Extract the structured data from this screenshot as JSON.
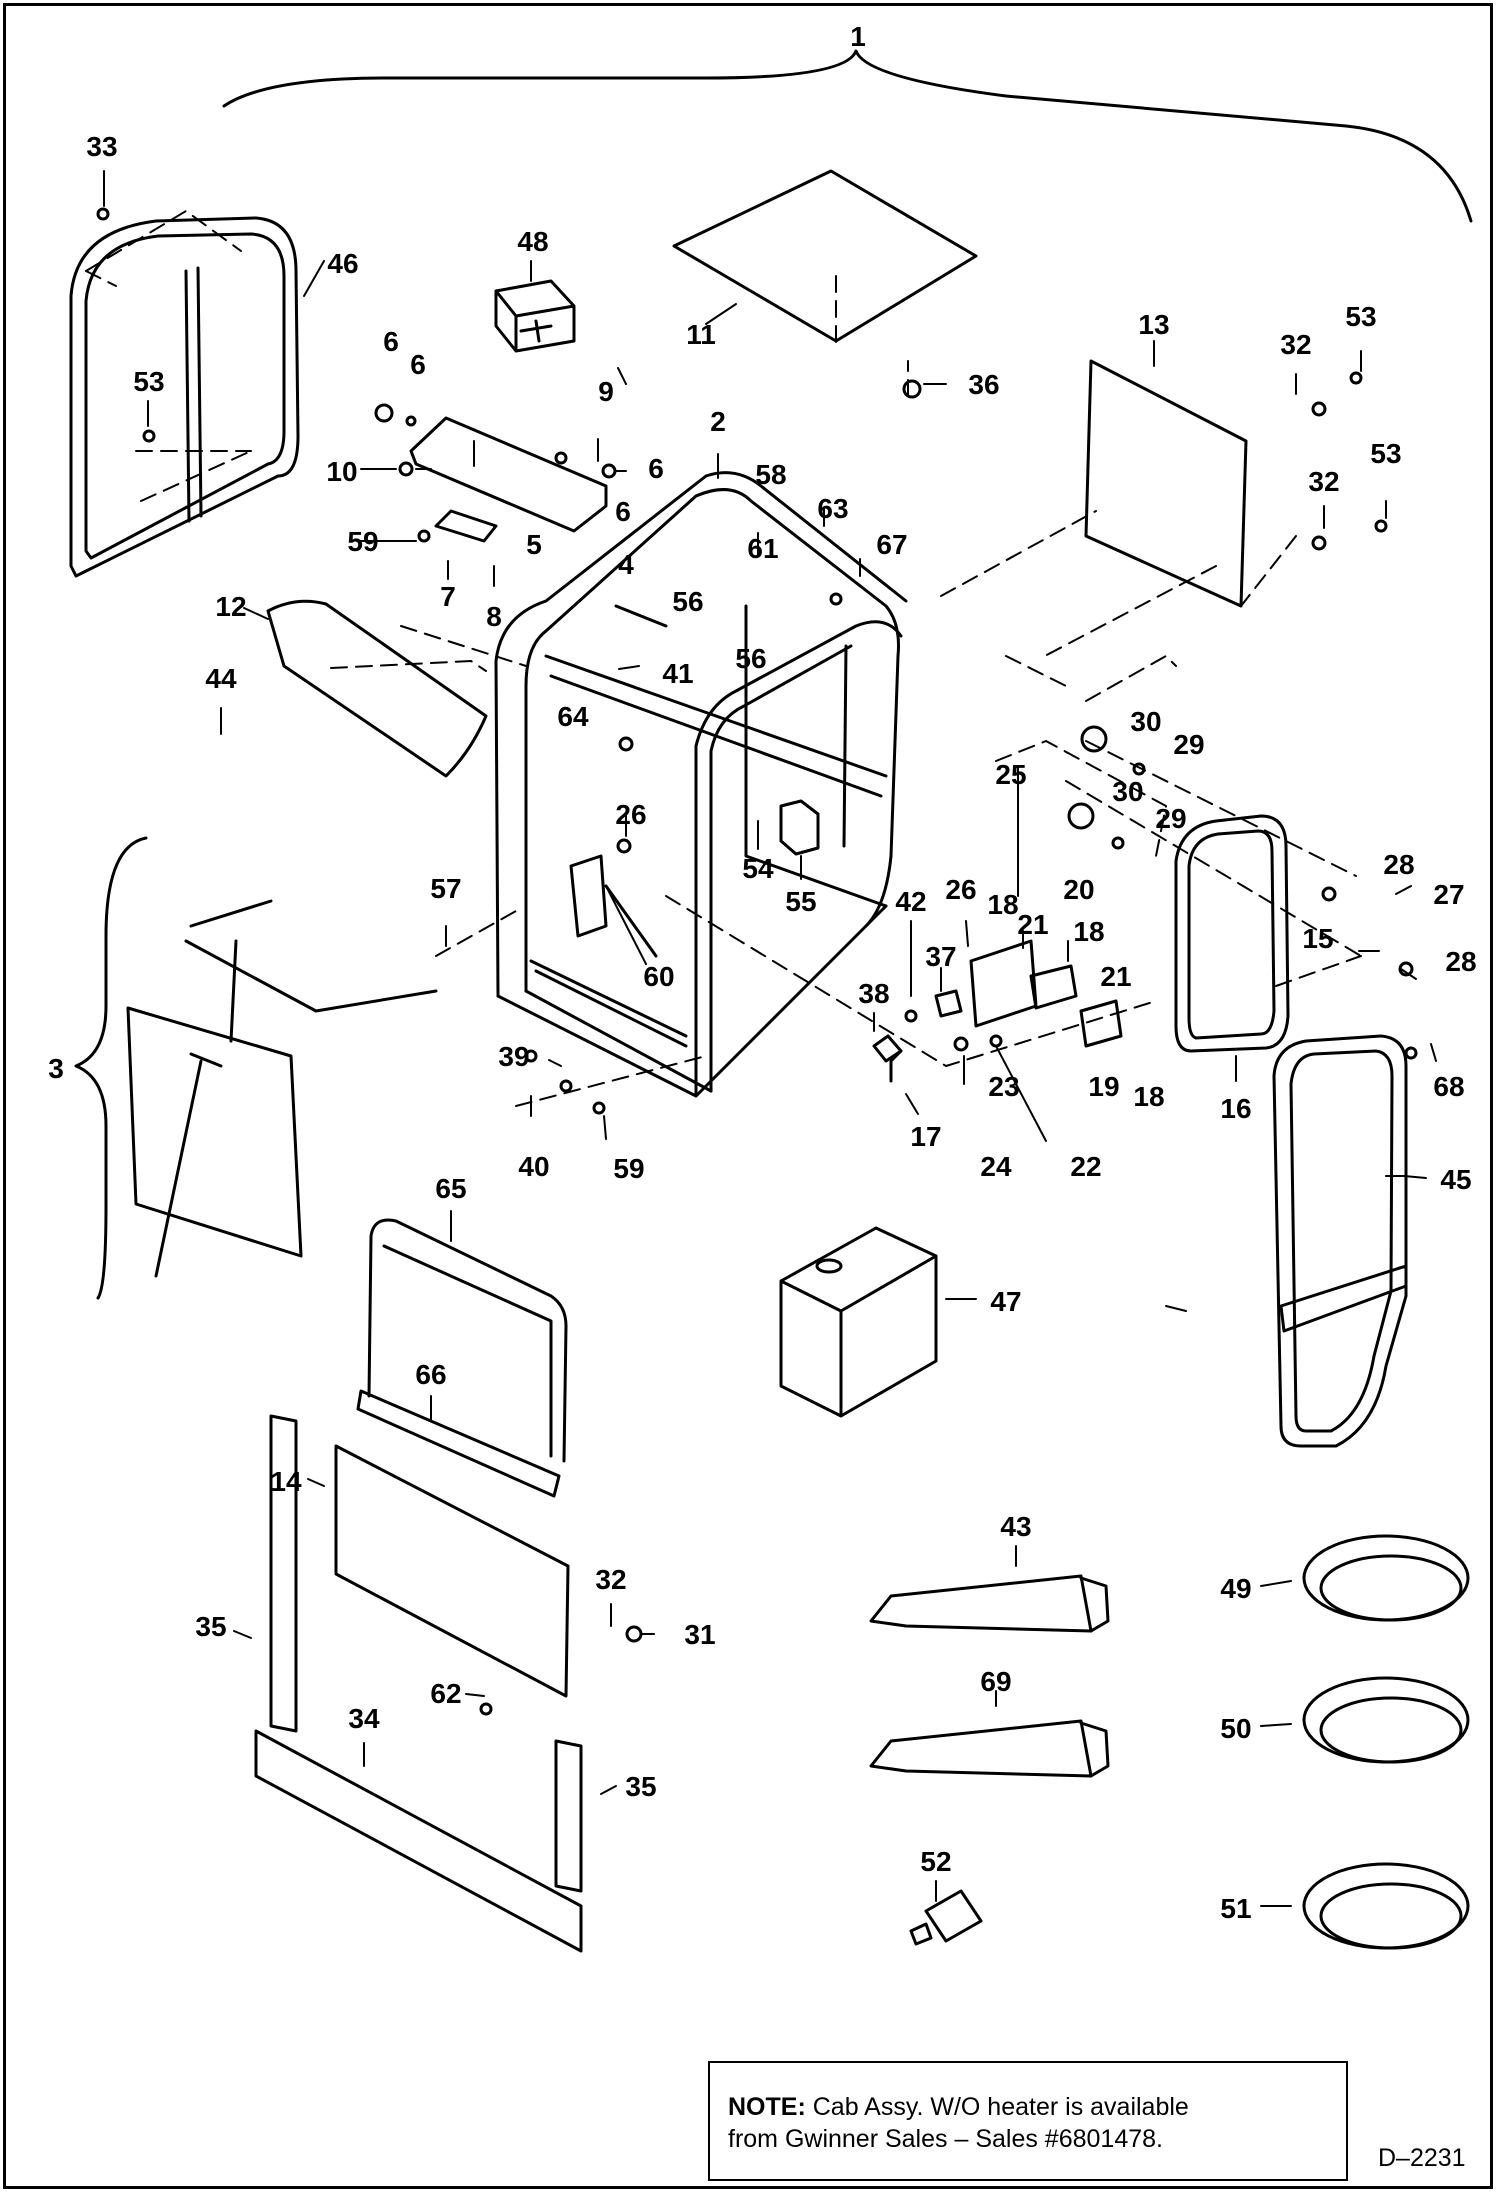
{
  "note": {
    "heading": "NOTE:",
    "line1": "Cab Assy. W/O heater is available",
    "line2": "from Gwinner Sales – Sales #6801478."
  },
  "drawing_number": "D–2231",
  "callouts": {
    "c1": "1",
    "c2": "2",
    "c3": "3",
    "c4": "4",
    "c5": "5",
    "c6a": "6",
    "c6b": "6",
    "c6c": "6",
    "c6d": "6",
    "c7": "7",
    "c8": "8",
    "c9": "9",
    "c10": "10",
    "c11": "11",
    "c12": "12",
    "c13": "13",
    "c14": "14",
    "c15": "15",
    "c16": "16",
    "c17": "17",
    "c18a": "18",
    "c18b": "18",
    "c18c": "18",
    "c19": "19",
    "c20": "20",
    "c21a": "21",
    "c21b": "21",
    "c22": "22",
    "c23": "23",
    "c24": "24",
    "c25": "25",
    "c26a": "26",
    "c26b": "26",
    "c27": "27",
    "c28a": "28",
    "c28b": "28",
    "c29a": "29",
    "c29b": "29",
    "c30a": "30",
    "c30b": "30",
    "c31": "31",
    "c32a": "32",
    "c32b": "32",
    "c32c": "32",
    "c33": "33",
    "c34": "34",
    "c35a": "35",
    "c35b": "35",
    "c36": "36",
    "c37": "37",
    "c38": "38",
    "c39": "39",
    "c40": "40",
    "c41": "41",
    "c42": "42",
    "c43": "43",
    "c44": "44",
    "c45": "45",
    "c46": "46",
    "c47": "47",
    "c48": "48",
    "c49": "49",
    "c50": "50",
    "c51": "51",
    "c52": "52",
    "c53a": "53",
    "c53b": "53",
    "c53c": "53",
    "c54": "54",
    "c55": "55",
    "c56a": "56",
    "c56b": "56",
    "c57": "57",
    "c58": "58",
    "c59a": "59",
    "c59b": "59",
    "c60": "60",
    "c61": "61",
    "c62": "62",
    "c63": "63",
    "c64": "64",
    "c65": "65",
    "c66": "66",
    "c67": "67",
    "c68": "68",
    "c69": "69"
  }
}
